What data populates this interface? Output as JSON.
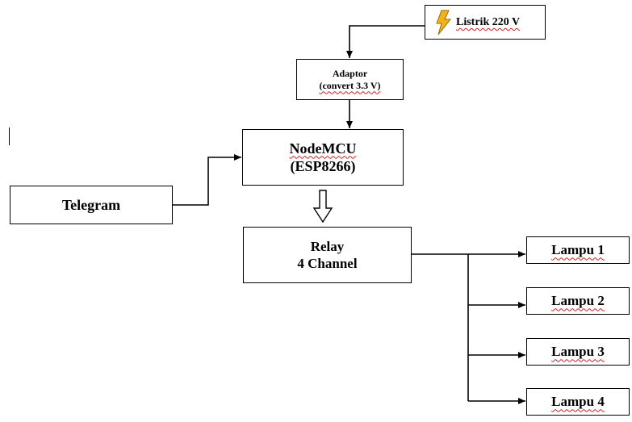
{
  "diagram": {
    "power_source": {
      "label": "Listrik 220 V",
      "icon": "lightning-icon"
    },
    "adaptor": {
      "line1": "Adaptor",
      "line2": "(convert 3.3 V)"
    },
    "controller": {
      "line1": "NodeMCU",
      "line2": "(ESP8266)"
    },
    "input": {
      "label": "Telegram"
    },
    "relay": {
      "line1": "Relay",
      "line2": "4 Channel"
    },
    "outputs": [
      {
        "label": "Lampu 1"
      },
      {
        "label": "Lampu 2"
      },
      {
        "label": "Lampu 3"
      },
      {
        "label": "Lampu 4"
      }
    ],
    "colors": {
      "line": "#000000",
      "bolt_fill": "#f2b21a",
      "bolt_edge": "#9a6a00",
      "spellcheck": "#d02020"
    }
  }
}
